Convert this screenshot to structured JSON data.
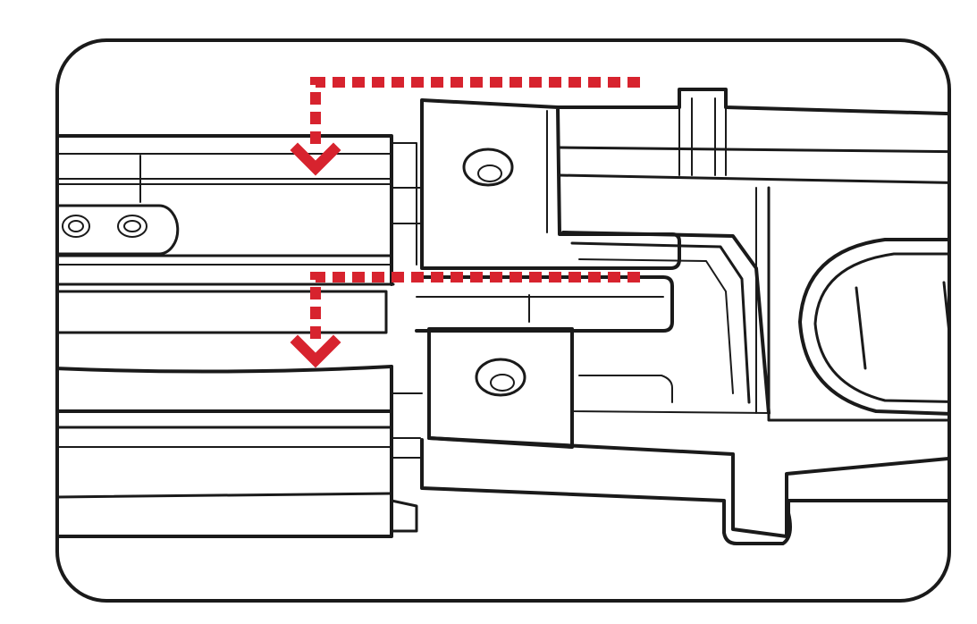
{
  "colors": {
    "arrow": "#d7232e",
    "outline": "#1a1a1a",
    "background": "#ffffff"
  },
  "arrows": [
    {
      "name": "upper-insertion-arrow",
      "direction": "down"
    },
    {
      "name": "lower-insertion-arrow",
      "direction": "down"
    }
  ]
}
